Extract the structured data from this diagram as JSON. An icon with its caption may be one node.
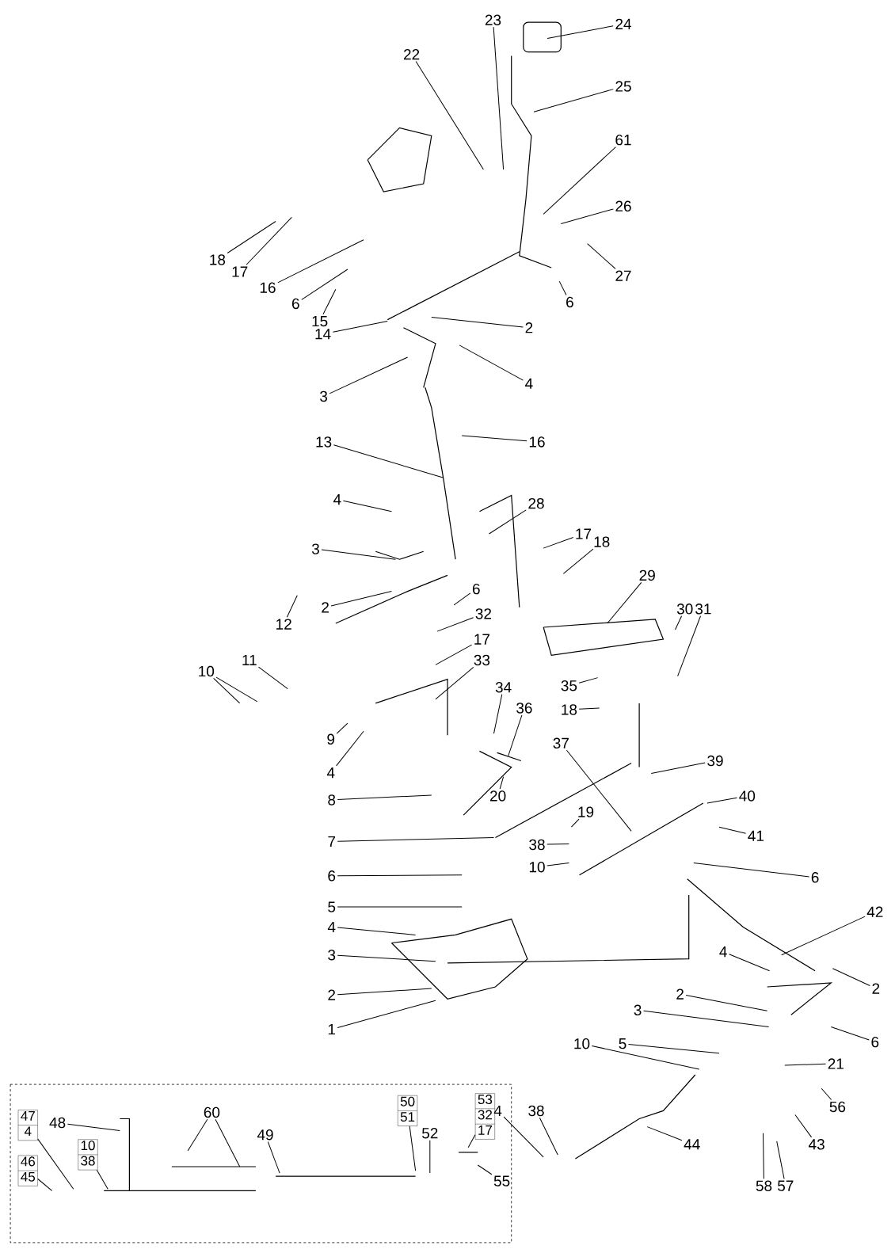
{
  "diagram": {
    "nodes": [
      {
        "text": [
          "24"
        ]
      },
      {
        "text": [
          "23"
        ]
      },
      {
        "text": [
          "22"
        ]
      },
      {
        "text": [
          "25"
        ]
      },
      {
        "text": [
          "61"
        ]
      },
      {
        "text": [
          "26"
        ]
      },
      {
        "text": [
          "27"
        ]
      },
      {
        "text": [
          "6"
        ]
      },
      {
        "text": [
          "18"
        ]
      },
      {
        "text": [
          "17"
        ]
      },
      {
        "text": [
          "16"
        ]
      },
      {
        "text": [
          "6"
        ]
      },
      {
        "text": [
          "15"
        ]
      },
      {
        "text": [
          "14"
        ]
      },
      {
        "text": [
          "2"
        ]
      },
      {
        "text": [
          "3"
        ]
      },
      {
        "text": [
          "4"
        ]
      },
      {
        "text": [
          "16"
        ]
      },
      {
        "text": [
          "13"
        ]
      },
      {
        "text": [
          "28"
        ]
      },
      {
        "text": [
          "4"
        ]
      },
      {
        "text": [
          "17"
        ]
      },
      {
        "text": [
          "18"
        ]
      },
      {
        "text": [
          "3"
        ]
      },
      {
        "text": [
          "2"
        ]
      },
      {
        "text": [
          "6"
        ]
      },
      {
        "text": [
          "29"
        ]
      },
      {
        "text": [
          "12"
        ]
      },
      {
        "text": [
          "32"
        ]
      },
      {
        "text": [
          "30"
        ]
      },
      {
        "text": [
          "31"
        ]
      },
      {
        "text": [
          "11"
        ]
      },
      {
        "text": [
          "17"
        ]
      },
      {
        "text": [
          "33"
        ]
      },
      {
        "text": [
          "10"
        ]
      },
      {
        "text": [
          "35"
        ]
      },
      {
        "text": [
          "34"
        ]
      },
      {
        "text": [
          "18"
        ]
      },
      {
        "text": [
          "36"
        ]
      },
      {
        "text": [
          "9"
        ]
      },
      {
        "text": [
          "4"
        ]
      },
      {
        "text": [
          "37"
        ]
      },
      {
        "text": [
          "39"
        ]
      },
      {
        "text": [
          "40"
        ]
      },
      {
        "text": [
          "20"
        ]
      },
      {
        "text": [
          "8"
        ]
      },
      {
        "text": [
          "19"
        ]
      },
      {
        "text": [
          "41"
        ]
      },
      {
        "text": [
          "7"
        ]
      },
      {
        "text": [
          "38"
        ]
      },
      {
        "text": [
          "10"
        ]
      },
      {
        "text": [
          "6"
        ]
      },
      {
        "text": [
          "6"
        ]
      },
      {
        "text": [
          "5"
        ]
      },
      {
        "text": [
          "4"
        ]
      },
      {
        "text": [
          "42"
        ]
      },
      {
        "text": [
          "3"
        ]
      },
      {
        "text": [
          "4"
        ]
      },
      {
        "text": [
          "2"
        ]
      },
      {
        "text": [
          "2"
        ]
      },
      {
        "text": [
          "2"
        ]
      },
      {
        "text": [
          "3"
        ]
      },
      {
        "text": [
          "1"
        ]
      },
      {
        "text": [
          "6"
        ]
      },
      {
        "text": [
          "10"
        ]
      },
      {
        "text": [
          "5"
        ]
      },
      {
        "text": [
          "21"
        ]
      },
      {
        "text": [
          "56"
        ]
      },
      {
        "text": [
          "38"
        ]
      },
      {
        "text": [
          "4"
        ]
      },
      {
        "text": [
          "44"
        ]
      },
      {
        "text": [
          "43"
        ]
      },
      {
        "text": [
          "58"
        ]
      },
      {
        "text": [
          "57"
        ]
      },
      {
        "text": [
          "60"
        ]
      },
      {
        "text": [
          "49"
        ]
      },
      {
        "text": [
          "48"
        ]
      },
      {
        "text": [
          "52"
        ]
      },
      {
        "text": [
          "55"
        ]
      },
      {
        "text": [
          "50",
          "51"
        ]
      },
      {
        "text": [
          "53",
          "32",
          "17"
        ]
      },
      {
        "text": [
          "47",
          "4"
        ]
      },
      {
        "text": [
          "10",
          "38"
        ]
      },
      {
        "text": [
          "46",
          "45"
        ]
      }
    ],
    "edges": [
      {
        "from": 0,
        "to": null,
        "arrow": "none"
      },
      {
        "from": 1,
        "to": null,
        "arrow": "none"
      },
      {
        "from": 2,
        "to": null,
        "arrow": "none"
      },
      {
        "from": 3,
        "to": null,
        "arrow": "none"
      },
      {
        "from": 4,
        "to": null,
        "arrow": "none"
      },
      {
        "from": 5,
        "to": null,
        "arrow": "none"
      },
      {
        "from": 6,
        "to": null,
        "arrow": "none"
      },
      {
        "from": 7,
        "to": null,
        "arrow": "none"
      },
      {
        "from": 8,
        "to": null,
        "arrow": "none"
      },
      {
        "from": 9,
        "to": null,
        "arrow": "none"
      },
      {
        "from": 10,
        "to": null,
        "arrow": "none"
      },
      {
        "from": 11,
        "to": null,
        "arrow": "none"
      },
      {
        "from": 12,
        "to": null,
        "arrow": "none"
      },
      {
        "from": 13,
        "to": null,
        "arrow": "none"
      },
      {
        "from": 14,
        "to": null,
        "arrow": "none"
      },
      {
        "from": 15,
        "to": null,
        "arrow": "none"
      },
      {
        "from": 16,
        "to": null,
        "arrow": "none"
      },
      {
        "from": 17,
        "to": null,
        "arrow": "none"
      },
      {
        "from": 18,
        "to": null,
        "arrow": "none"
      },
      {
        "from": 19,
        "to": null,
        "arrow": "none"
      },
      {
        "from": 20,
        "to": null,
        "arrow": "none"
      },
      {
        "from": 21,
        "to": null,
        "arrow": "none"
      },
      {
        "from": 22,
        "to": null,
        "arrow": "none"
      },
      {
        "from": 23,
        "to": null,
        "arrow": "none"
      },
      {
        "from": 24,
        "to": null,
        "arrow": "none"
      },
      {
        "from": 25,
        "to": null,
        "arrow": "none"
      },
      {
        "from": 26,
        "to": null,
        "arrow": "none"
      },
      {
        "from": 27,
        "to": null,
        "arrow": "none"
      },
      {
        "from": 28,
        "to": null,
        "arrow": "none"
      },
      {
        "from": 29,
        "to": null,
        "arrow": "none"
      },
      {
        "from": 30,
        "to": null,
        "arrow": "none"
      },
      {
        "from": 31,
        "to": null,
        "arrow": "none"
      },
      {
        "from": 32,
        "to": null,
        "arrow": "none"
      },
      {
        "from": 33,
        "to": null,
        "arrow": "none"
      },
      {
        "from": 34,
        "to": null,
        "arrow": "none"
      },
      {
        "from": 34,
        "to": null,
        "arrow": "none"
      },
      {
        "from": 35,
        "to": null,
        "arrow": "none"
      },
      {
        "from": 36,
        "to": null,
        "arrow": "none"
      },
      {
        "from": 37,
        "to": null,
        "arrow": "none"
      },
      {
        "from": 38,
        "to": null,
        "arrow": "none"
      },
      {
        "from": 39,
        "to": null,
        "arrow": "none"
      },
      {
        "from": 40,
        "to": null,
        "arrow": "none"
      },
      {
        "from": 41,
        "to": null,
        "arrow": "none"
      },
      {
        "from": 42,
        "to": null,
        "arrow": "none"
      },
      {
        "from": 43,
        "to": null,
        "arrow": "none"
      },
      {
        "from": 44,
        "to": null,
        "arrow": "none"
      },
      {
        "from": 45,
        "to": null,
        "arrow": "none"
      },
      {
        "from": 46,
        "to": null,
        "arrow": "none"
      },
      {
        "from": 47,
        "to": null,
        "arrow": "none"
      },
      {
        "from": 48,
        "to": null,
        "arrow": "none"
      },
      {
        "from": 49,
        "to": null,
        "arrow": "none"
      },
      {
        "from": 50,
        "to": null,
        "arrow": "none"
      },
      {
        "from": 51,
        "to": null,
        "arrow": "none"
      },
      {
        "from": 52,
        "to": null,
        "arrow": "none"
      },
      {
        "from": 53,
        "to": null,
        "arrow": "none"
      },
      {
        "from": 54,
        "to": null,
        "arrow": "none"
      },
      {
        "from": 55,
        "to": null,
        "arrow": "none"
      },
      {
        "from": 56,
        "to": null,
        "arrow": "none"
      },
      {
        "from": 57,
        "to": null,
        "arrow": "none"
      },
      {
        "from": 58,
        "to": null,
        "arrow": "none"
      },
      {
        "from": 59,
        "to": null,
        "arrow": "none"
      },
      {
        "from": 60,
        "to": null,
        "arrow": "none"
      },
      {
        "from": 61,
        "to": null,
        "arrow": "none"
      },
      {
        "from": 62,
        "to": null,
        "arrow": "none"
      },
      {
        "from": 63,
        "to": null,
        "arrow": "none"
      },
      {
        "from": 64,
        "to": null,
        "arrow": "none"
      },
      {
        "from": 65,
        "to": null,
        "arrow": "none"
      },
      {
        "from": 66,
        "to": null,
        "arrow": "none"
      },
      {
        "from": 67,
        "to": null,
        "arrow": "none"
      },
      {
        "from": 68,
        "to": null,
        "arrow": "none"
      },
      {
        "from": 69,
        "to": null,
        "arrow": "none"
      },
      {
        "from": 70,
        "to": null,
        "arrow": "none"
      },
      {
        "from": 71,
        "to": null,
        "arrow": "none"
      },
      {
        "from": 72,
        "to": null,
        "arrow": "none"
      },
      {
        "from": 73,
        "to": null,
        "arrow": "none"
      },
      {
        "from": 74,
        "to": null,
        "arrow": "none"
      },
      {
        "from": 74,
        "to": null,
        "arrow": "none"
      },
      {
        "from": 75,
        "to": null,
        "arrow": "none"
      },
      {
        "from": 76,
        "to": null,
        "arrow": "none"
      },
      {
        "from": 77,
        "to": null,
        "arrow": "none"
      },
      {
        "from": 78,
        "to": null,
        "arrow": "none"
      },
      {
        "from": 79,
        "to": null,
        "arrow": "none"
      },
      {
        "from": 80,
        "to": null,
        "arrow": "none"
      },
      {
        "from": 81,
        "to": null,
        "arrow": "none"
      },
      {
        "from": 82,
        "to": null,
        "arrow": "none"
      },
      {
        "from": 83,
        "to": null,
        "arrow": "none"
      }
    ]
  }
}
